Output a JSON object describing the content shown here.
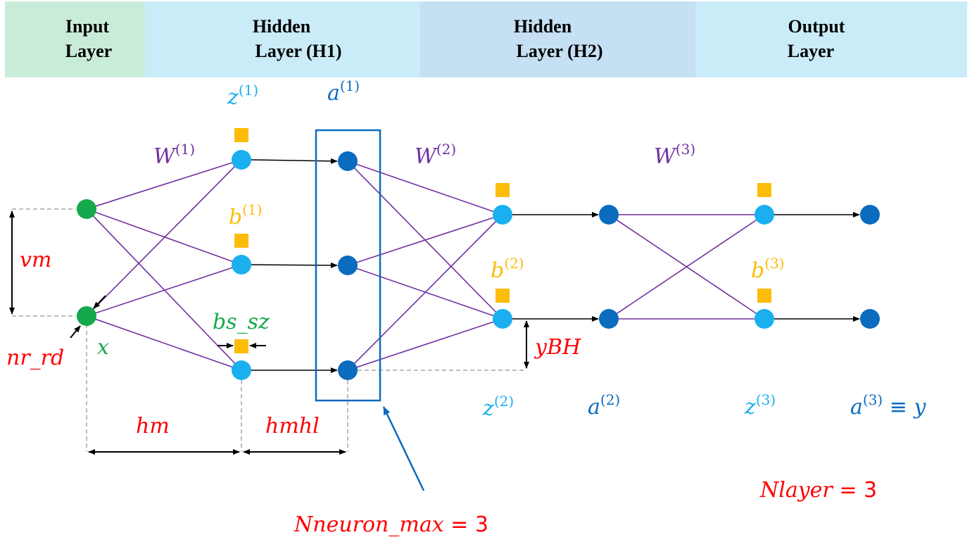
{
  "header": {
    "input_line1": "Input",
    "input_line2": "Layer",
    "h1_line1": "Hidden",
    "h1_line2": "Layer (H1)",
    "h2_line1": "Hidden",
    "h2_line2": "Layer (H2)",
    "output_line1": "Output",
    "output_line2": "Layer"
  },
  "labels": {
    "z1_base": "z",
    "z1_sup": "(1)",
    "a1_base": "a",
    "a1_sup": "(1)",
    "W1_base": "W",
    "W1_sup": "(1)",
    "b1_base": "b",
    "b1_sup": "(1)",
    "W2_base": "W",
    "W2_sup": "(2)",
    "W3_base": "W",
    "W3_sup": "(3)",
    "b2_base": "b",
    "b2_sup": "(2)",
    "b3_base": "b",
    "b3_sup": "(3)",
    "z2_base": "z",
    "z2_sup": "(2)",
    "a2_base": "a",
    "a2_sup": "(2)",
    "z3_base": "z",
    "z3_sup": "(3)",
    "a3_base": "a",
    "a3_sup": "(3)",
    "a3_equiv": " ≡ ",
    "a3_y": "y",
    "x": "x",
    "vm": "vm",
    "nr_rd": "nr_rd",
    "bs_sz": "bs_sz",
    "hm": "hm",
    "hmhl": "hmhl",
    "yBH": "yBH",
    "nneuron_base": "Nneuron_max",
    "nneuron_eq": " = 3",
    "nlayer_base": "Nlayer",
    "nlayer_eq": " = 3"
  },
  "colors": {
    "input_node": "#14a94a",
    "z_node": "#1ab0f0",
    "a_node": "#0b6bbf",
    "bias": "#fbbd0a",
    "weight_line": "#7030a0",
    "annotation_red": "#ff0000",
    "annotation_green": "#14a94a",
    "header_input": "#c9ecd9",
    "header_h1": "#c9ecf8",
    "header_h2": "#c5e0f2",
    "header_output": "#c9ecf8"
  }
}
